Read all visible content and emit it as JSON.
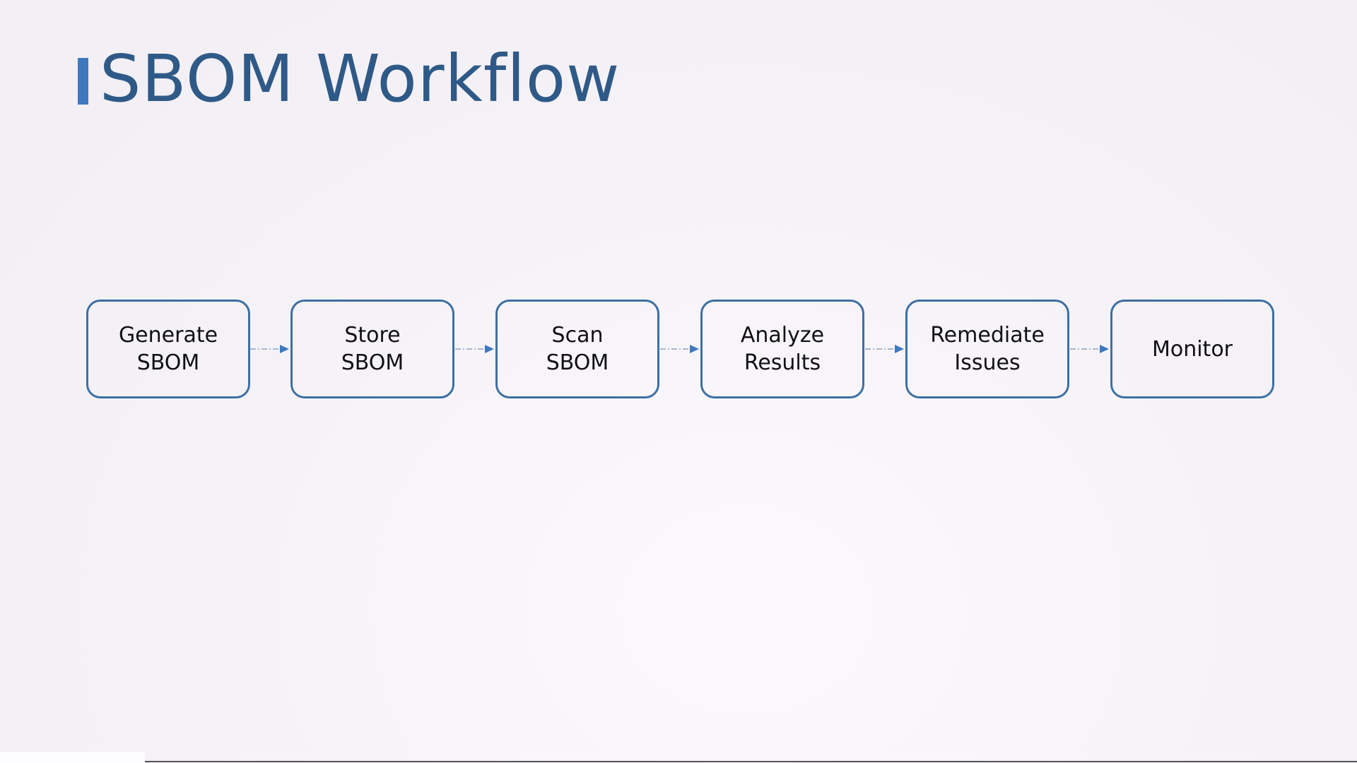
{
  "title": "SBOM Workflow",
  "steps": [
    {
      "line1": "Generate",
      "line2": "SBOM"
    },
    {
      "line1": "Store",
      "line2": "SBOM"
    },
    {
      "line1": "Scan",
      "line2": "SBOM"
    },
    {
      "line1": "Analyze",
      "line2": "Results"
    },
    {
      "line1": "Remediate",
      "line2": "Issues"
    },
    {
      "line1": "Monitor",
      "line2": ""
    }
  ],
  "colors": {
    "accent": "#3f78bd",
    "title": "#2f5a88",
    "border": "#3d6fa2"
  }
}
